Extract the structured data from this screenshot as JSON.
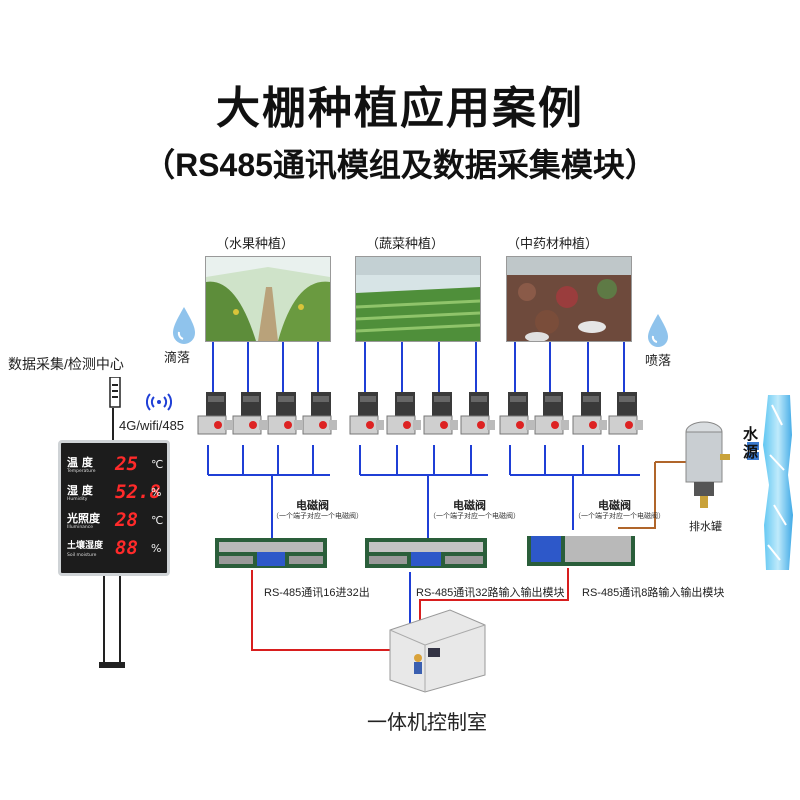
{
  "title": "大棚种植应用案例",
  "subtitle": "（RS485通讯模组及数据采集模块）",
  "scenes": [
    {
      "label": "（水果种植）"
    },
    {
      "label": "（蔬菜种植）"
    },
    {
      "label": "（中药材种植）"
    }
  ],
  "irrigation": {
    "drip": "滴落",
    "spray": "喷落"
  },
  "center": {
    "title": "数据采集/检测中心",
    "connectivity": "4G/wifi/485"
  },
  "display": {
    "rows": [
      {
        "label": "温 度",
        "sub": "Temperature",
        "value": "25",
        "unit": "℃"
      },
      {
        "label": "湿 度",
        "sub": "Humidity",
        "value": "52.8",
        "unit": "%"
      },
      {
        "label": "光照度",
        "sub": "Illuminance",
        "value": "28",
        "unit": "℃"
      },
      {
        "label": "土壤湿度",
        "sub": "Soil moisture",
        "value": "88",
        "unit": "%"
      }
    ]
  },
  "valve_groups": [
    {
      "label": "电磁阀",
      "note": "（一个端子对应一个电磁阀）"
    },
    {
      "label": "电磁阀",
      "note": "（一个端子对应一个电磁阀）"
    },
    {
      "label": "电磁阀",
      "note": "（一个端子对应一个电磁阀）"
    }
  ],
  "modules": [
    {
      "label": "RS-485通讯16进32出"
    },
    {
      "label": "RS-485通讯32路输入输出模块"
    },
    {
      "label": "RS-485通讯8路输入输出模块"
    }
  ],
  "water": {
    "source": "水源",
    "tank": "排水罐"
  },
  "control_room": "一体机控制室",
  "colors": {
    "pipe_blue": "#1f3fd6",
    "cable_red": "#d81e1e",
    "cable_brown": "#b0652a"
  }
}
